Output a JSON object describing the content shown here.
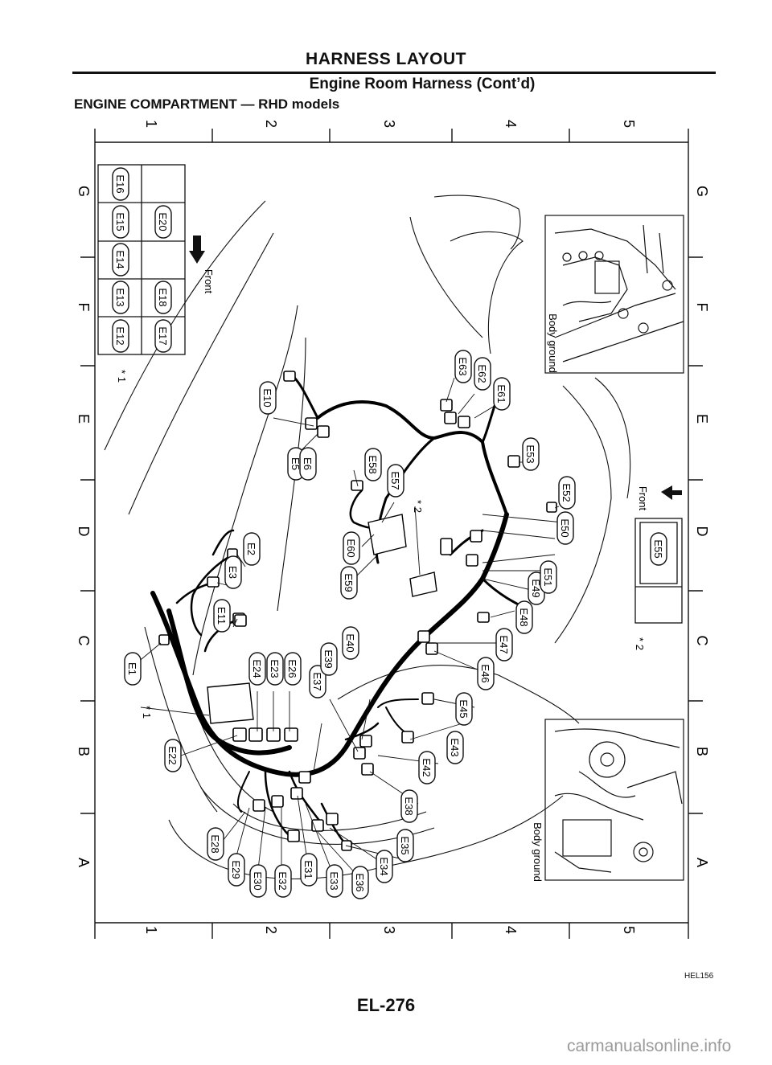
{
  "header": {
    "title": "HARNESS LAYOUT",
    "subtitle": "Engine Room Harness (Cont’d)",
    "section": "ENGINE COMPARTMENT — RHD models"
  },
  "footer": {
    "page": "EL-276",
    "ref": "HEL156",
    "watermark": "carmanualsonline.info"
  },
  "grid": {
    "columns": [
      "1",
      "2",
      "3",
      "4",
      "5"
    ],
    "rows": [
      "G",
      "F",
      "E",
      "D",
      "C",
      "B",
      "A"
    ]
  },
  "notes": {
    "star1": "* 1",
    "star2": "* 2",
    "front": "Front",
    "body_ground": "Body ground"
  },
  "connectors": [
    "E1",
    "E2",
    "E3",
    "E5",
    "E6",
    "E10",
    "E11",
    "E12",
    "E13",
    "E14",
    "E15",
    "E16",
    "E17",
    "E18",
    "E20",
    "E22",
    "E23",
    "E24",
    "E26",
    "E28",
    "E29",
    "E30",
    "E31",
    "E32",
    "E33",
    "E34",
    "E35",
    "E36",
    "E37",
    "E38",
    "E39",
    "E40",
    "E42",
    "E43",
    "E45",
    "E46",
    "E47",
    "E48",
    "E49",
    "E50",
    "E51",
    "E52",
    "E53",
    "E55",
    "E57",
    "E58",
    "E59",
    "E60",
    "E61",
    "E62",
    "E63"
  ]
}
